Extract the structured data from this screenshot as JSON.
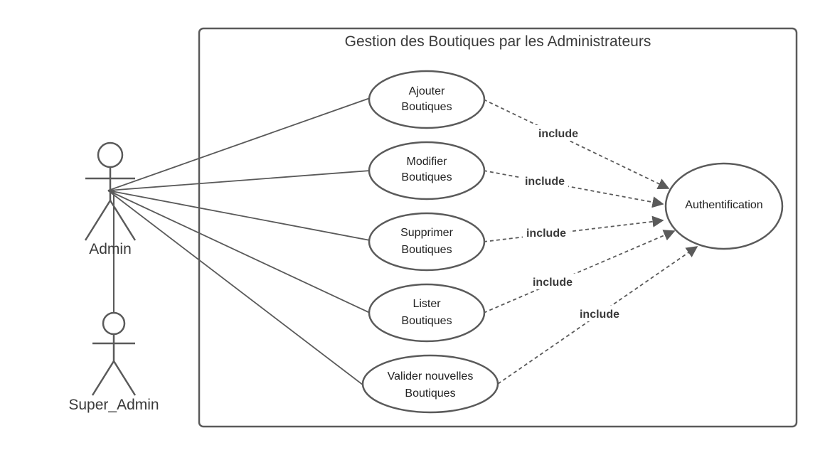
{
  "system": {
    "title": "Gestion des Boutiques par les Administrateurs"
  },
  "actors": {
    "admin": "Admin",
    "super_admin": "Super_Admin"
  },
  "use_cases": {
    "ajouter": [
      "Ajouter",
      "Boutiques"
    ],
    "modifier": [
      "Modifier",
      "Boutiques"
    ],
    "supprimer": [
      "Supprimer",
      "Boutiques"
    ],
    "lister": [
      "Lister",
      "Boutiques"
    ],
    "valider": [
      "Valider nouvelles",
      "Boutiques"
    ],
    "auth": "Authentification"
  },
  "relations": {
    "include_label": "include"
  },
  "colors": {
    "line": "#5a5a5a",
    "text": "#222222"
  }
}
